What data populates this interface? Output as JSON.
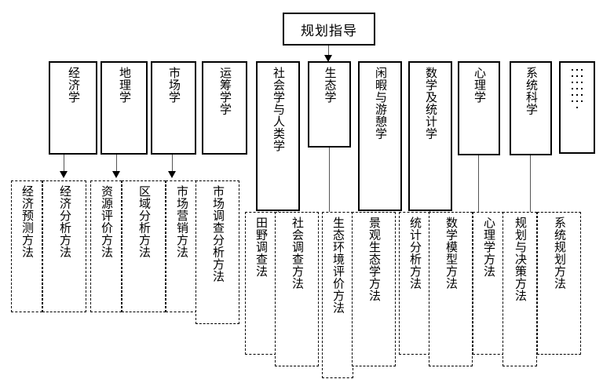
{
  "diagram": {
    "title": "规划指导",
    "root": {
      "label": "规划指导"
    },
    "disciplines": [
      {
        "label": "经济学"
      },
      {
        "label": "地理学"
      },
      {
        "label": "市场学"
      },
      {
        "label": "运筹学学"
      },
      {
        "label": "社会学与人类学"
      },
      {
        "label": "生态学"
      },
      {
        "label": "闲暇与游憩学"
      },
      {
        "label": "数学及统计学"
      },
      {
        "label": "心理学"
      },
      {
        "label": "系统科学"
      },
      {
        "label": "……⋮"
      }
    ],
    "methods": [
      {
        "label": "经济预测方法"
      },
      {
        "label": "经济分析方法"
      },
      {
        "label": "资源评价方法"
      },
      {
        "label": "区域分析方法"
      },
      {
        "label": "市场营销方法"
      },
      {
        "label": "市场调查分析方法"
      },
      {
        "label": "田野调查法"
      },
      {
        "label": "社会调查方法"
      },
      {
        "label": "生态环境评价方法"
      },
      {
        "label": "景观生态学方法"
      },
      {
        "label": "统计分析方法"
      },
      {
        "label": "数学模型方法"
      },
      {
        "label": "心理学方法"
      },
      {
        "label": "规划与决策方法"
      },
      {
        "label": "系统规划方法"
      }
    ],
    "colors": {
      "border": "#000000",
      "connector": "#555555",
      "background": "#ffffff",
      "text": "#000000"
    }
  }
}
